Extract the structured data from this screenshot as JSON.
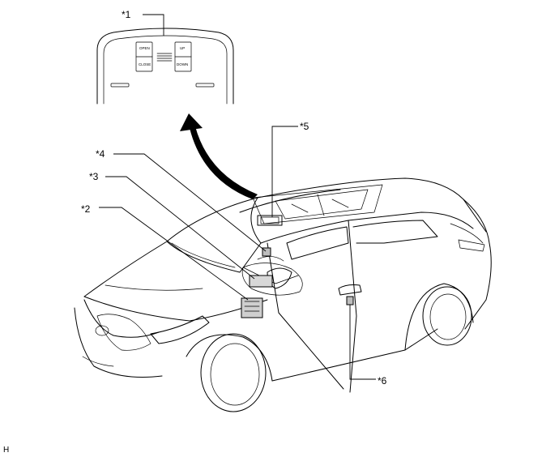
{
  "callouts": {
    "c1": "*1",
    "c2": "*2",
    "c3": "*3",
    "c4": "*4",
    "c5": "*5",
    "c6": "*6"
  },
  "overhead_switch": {
    "open_label": "OPEN",
    "close_label": "CLOSE",
    "up_label": "UP",
    "down_label": "DOWN"
  },
  "corner_mark": "H"
}
